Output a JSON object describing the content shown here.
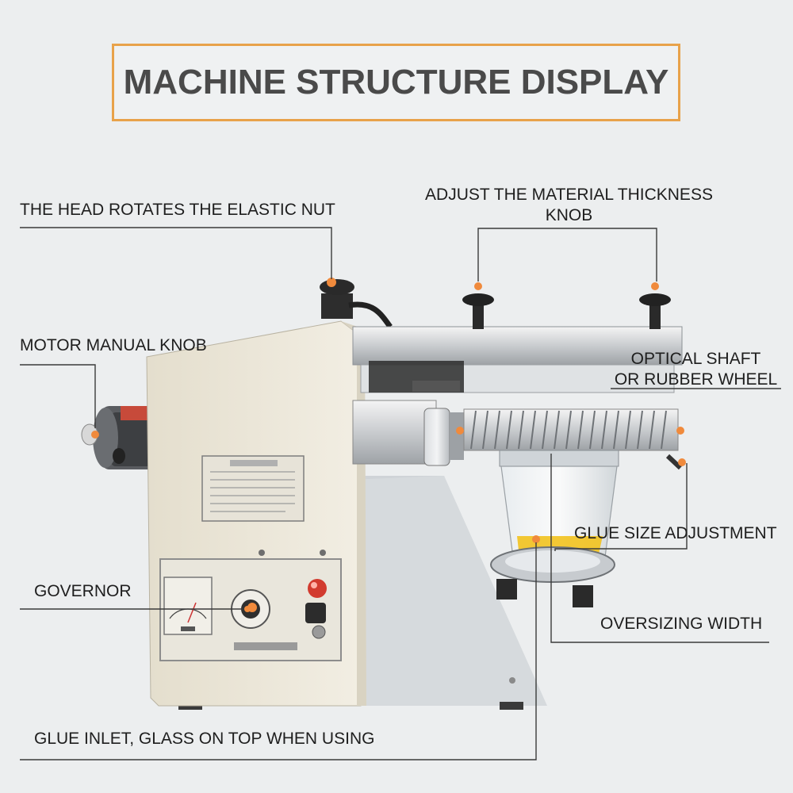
{
  "title": "MACHINE STRUCTURE DISPLAY",
  "labels": {
    "head_nut": "THE HEAD ROTATES THE ELASTIC NUT",
    "thickness_knob_line1": "ADJUST THE MATERIAL THICKNESS",
    "thickness_knob_line2": "KNOB",
    "motor_knob": "MOTOR MANUAL KNOB",
    "optical_shaft_line1": "OPTICAL SHAFT",
    "optical_shaft_line2": "OR RUBBER WHEEL",
    "glue_size": "GLUE SIZE ADJUSTMENT",
    "governor": "GOVERNOR",
    "oversizing_width": "OVERSIZING WIDTH",
    "glue_inlet": "GLUE INLET, GLASS ON TOP WHEN USING"
  },
  "colors": {
    "title_border": "#e8a24a",
    "callout_dot": "#f08a3c",
    "machine_body": "#ece6d6",
    "background": "#eceeef"
  }
}
